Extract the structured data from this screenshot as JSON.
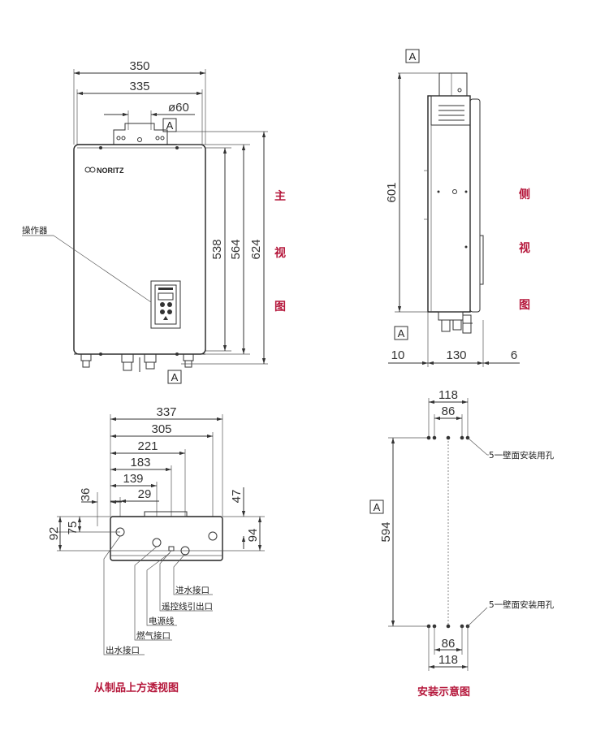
{
  "front_view": {
    "title": "主视图",
    "title_chars": [
      "主",
      "视",
      "图"
    ],
    "brand": "NORITZ",
    "control_label": "操作器",
    "dims": {
      "width_total": "350",
      "width_inner": "335",
      "flue_diameter": "ø60",
      "height_538": "538",
      "height_564": "564",
      "height_624": "624"
    },
    "marker_top": "A",
    "marker_bottom": "A"
  },
  "side_view": {
    "title": "侧视图",
    "title_chars": [
      "侧",
      "视",
      "图"
    ],
    "dims": {
      "height": "601",
      "depth_left": "10",
      "depth_body": "130",
      "depth_right": "6"
    },
    "marker_top": "A",
    "marker_bottom": "A"
  },
  "top_view": {
    "title": "从制品上方透视图",
    "dims": {
      "d337": "337",
      "d305": "305",
      "d221": "221",
      "d183": "183",
      "d139": "139",
      "d29": "29",
      "d36": "36",
      "d47": "47",
      "d92": "92",
      "d75": "75",
      "d94": "94"
    },
    "labels": {
      "water_inlet": "进水接口",
      "remote_wire": "遥控线引出口",
      "power_cord": "电源线",
      "gas_inlet": "燃气接口",
      "water_outlet": "出水接口"
    }
  },
  "install_view": {
    "title": "安装示意图",
    "dims": {
      "top_118": "118",
      "top_86": "86",
      "height_594": "594",
      "bottom_86": "86",
      "bottom_118": "118"
    },
    "hole_label_top": "5一壁面安装用孔",
    "hole_label_bottom": "5一壁面安装用孔",
    "marker": "A"
  }
}
